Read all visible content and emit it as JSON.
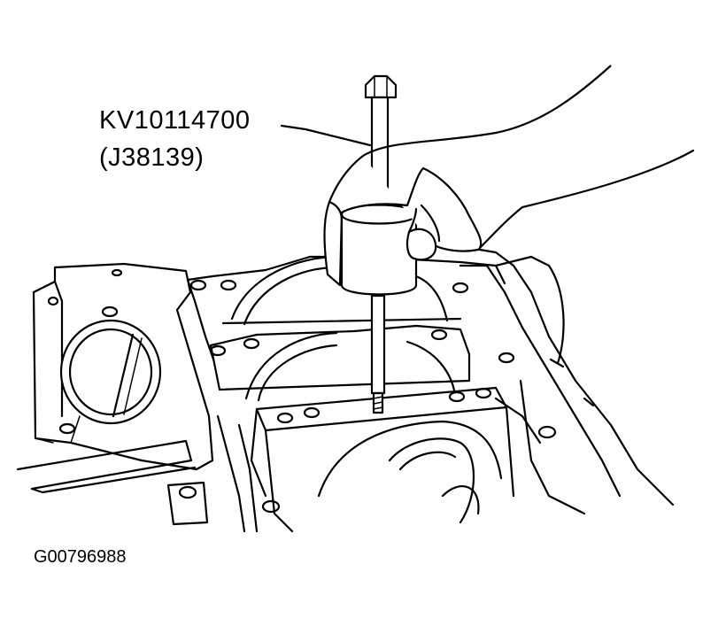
{
  "labels": {
    "tool_code": "KV10114700",
    "tool_alt": "(J38139)",
    "figure_id": "G00796988"
  },
  "colors": {
    "line": "#000000",
    "background": "#ffffff"
  }
}
